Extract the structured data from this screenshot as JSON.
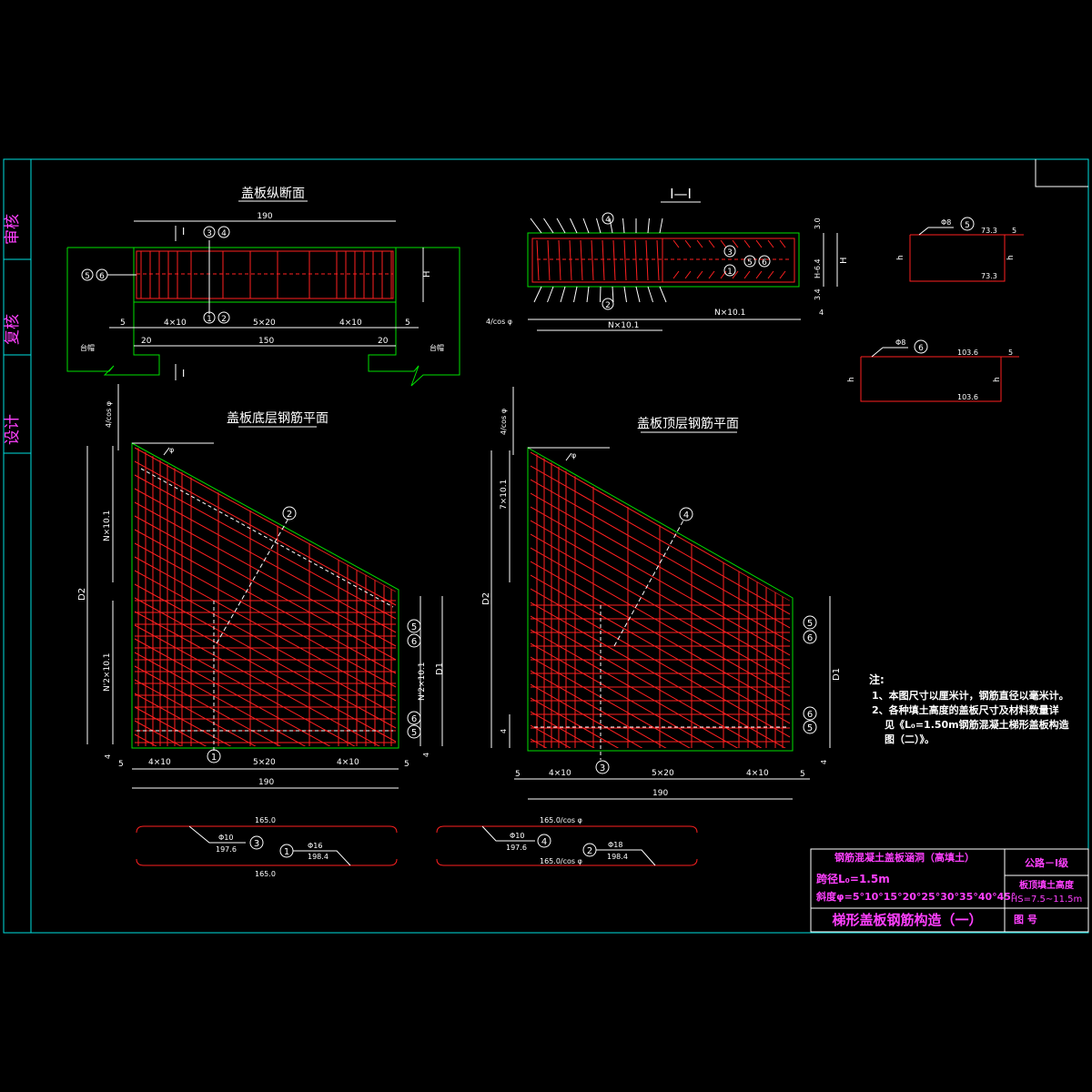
{
  "side_stamps": {
    "review": "审核",
    "recheck": "复核",
    "design": "设计"
  },
  "longitudinal_section": {
    "title": "盖板纵断面",
    "cut_mark": "I",
    "dim_top": "190",
    "dim_5_left": "5",
    "dim_4x10_left": "4×10",
    "dim_5x20": "5×20",
    "dim_4x10_right": "4×10",
    "dim_5_right": "5",
    "dim_20_left": "20",
    "dim_150": "150",
    "dim_20_right": "20",
    "dim_H": "H",
    "abutment_left": "台帽",
    "abutment_right": "台帽",
    "tags": {
      "t1": "1",
      "t2": "2",
      "t3": "3",
      "t4": "4",
      "t5": "5",
      "t6": "6"
    }
  },
  "cross_section": {
    "title": "I—I",
    "dim_30": "3.0",
    "dim_H64": "H-6.4",
    "dim_34": "3.4",
    "dim_H": "H",
    "dim_4": "4",
    "dim_Nx101_left": "N×10.1",
    "dim_Nx101_right": "N×10.1",
    "dim_4cos": "4/cos φ",
    "tags": {
      "t1": "1",
      "t2": "2",
      "t3": "3",
      "t4": "4",
      "t5": "5",
      "t6": "6"
    }
  },
  "bar5_detail": {
    "dia": "Φ8",
    "tag": "5",
    "top": "73.3",
    "bottom": "73.3",
    "h_left": "h",
    "h_right": "h",
    "end": "5"
  },
  "bar6_detail": {
    "dia": "Φ8",
    "tag": "6",
    "top": "103.6",
    "bottom": "103.6",
    "h_left": "h",
    "h_right": "h",
    "end": "5"
  },
  "bottom_plan": {
    "title": "盖板底层钢筋平面",
    "dim_4cos": "4/cos φ",
    "dim_Nx101": "N×10.1",
    "dim_N2x101": "N'2×10.1",
    "dim_D2": "D2",
    "dim_D1": "D1",
    "dim_N2x101_right": "N'2×10.1",
    "dim_4_left": "4",
    "dim_4_right": "4",
    "dim_5_left": "5",
    "dim_4x10_left": "4×10",
    "dim_5x20": "5×20",
    "dim_4x10_right": "4×10",
    "dim_5_right": "5",
    "dim_190": "190",
    "phi": "φ",
    "tags": {
      "t1": "1",
      "t2": "2",
      "t5": "5",
      "t6": "6",
      "t6b": "6",
      "t5b": "5"
    }
  },
  "top_plan": {
    "title": "盖板顶层钢筋平面",
    "dim_4cos": "4/cos φ",
    "dim_7x101": "7×10.1",
    "dim_D2": "D2",
    "dim_D1": "D1",
    "dim_4_left": "4",
    "dim_4_right": "4",
    "dim_5_left": "5",
    "dim_4x10_left": "4×10",
    "dim_5x20": "5×20",
    "dim_4x10_right": "4×10",
    "dim_5_right": "5",
    "dim_190": "190",
    "phi": "φ",
    "tags": {
      "t3": "3",
      "t4": "4",
      "t5": "5",
      "t6": "6",
      "t6b": "6",
      "t5b": "5"
    }
  },
  "bar_shapes_left": {
    "top_len": "165.0",
    "bot_len": "165.0",
    "bar3_dia": "Φ10",
    "bar3_len": "197.6",
    "bar3_tag": "3",
    "bar1_dia": "Φ16",
    "bar1_len": "198.4",
    "bar1_tag": "1"
  },
  "bar_shapes_right": {
    "top_len": "165.0/cos φ",
    "bot_len": "165.0/cos φ",
    "bar4_dia": "Φ10",
    "bar4_len": "197.6",
    "bar4_tag": "4",
    "bar2_dia": "Φ18",
    "bar2_len": "198.4",
    "bar2_tag": "2"
  },
  "notes": {
    "heading": "注:",
    "line1": "1、本图尺寸以厘米计，钢筋直径以毫米计。",
    "line2a": "2、各种填土高度的盖板尺寸及材料数量详",
    "line2b": "见《L₀=1.50m钢筋混凝土梯形盖板构造",
    "line2c": "图（二）》。"
  },
  "title_block": {
    "project": "钢筋混凝土盖板涵洞（高填土）",
    "span": "跨径L₀=1.5m",
    "skew": "斜度φ=5°10°15°20°25°30°35°40°45°",
    "road_class": "公路－I级",
    "fill_label": "板顶填土高度",
    "fill_value": "HS=7.5∼11.5m",
    "drawing_title": "梯形盖板钢筋构造（一）",
    "drawing_no": "图 号"
  },
  "colors": {
    "frame": "#00e0e0",
    "outline": "#00e000",
    "rebar": "#ff2020",
    "dim": "#ffffff",
    "title_magenta": "#ff40ff",
    "stamp": "#ff40ff"
  }
}
